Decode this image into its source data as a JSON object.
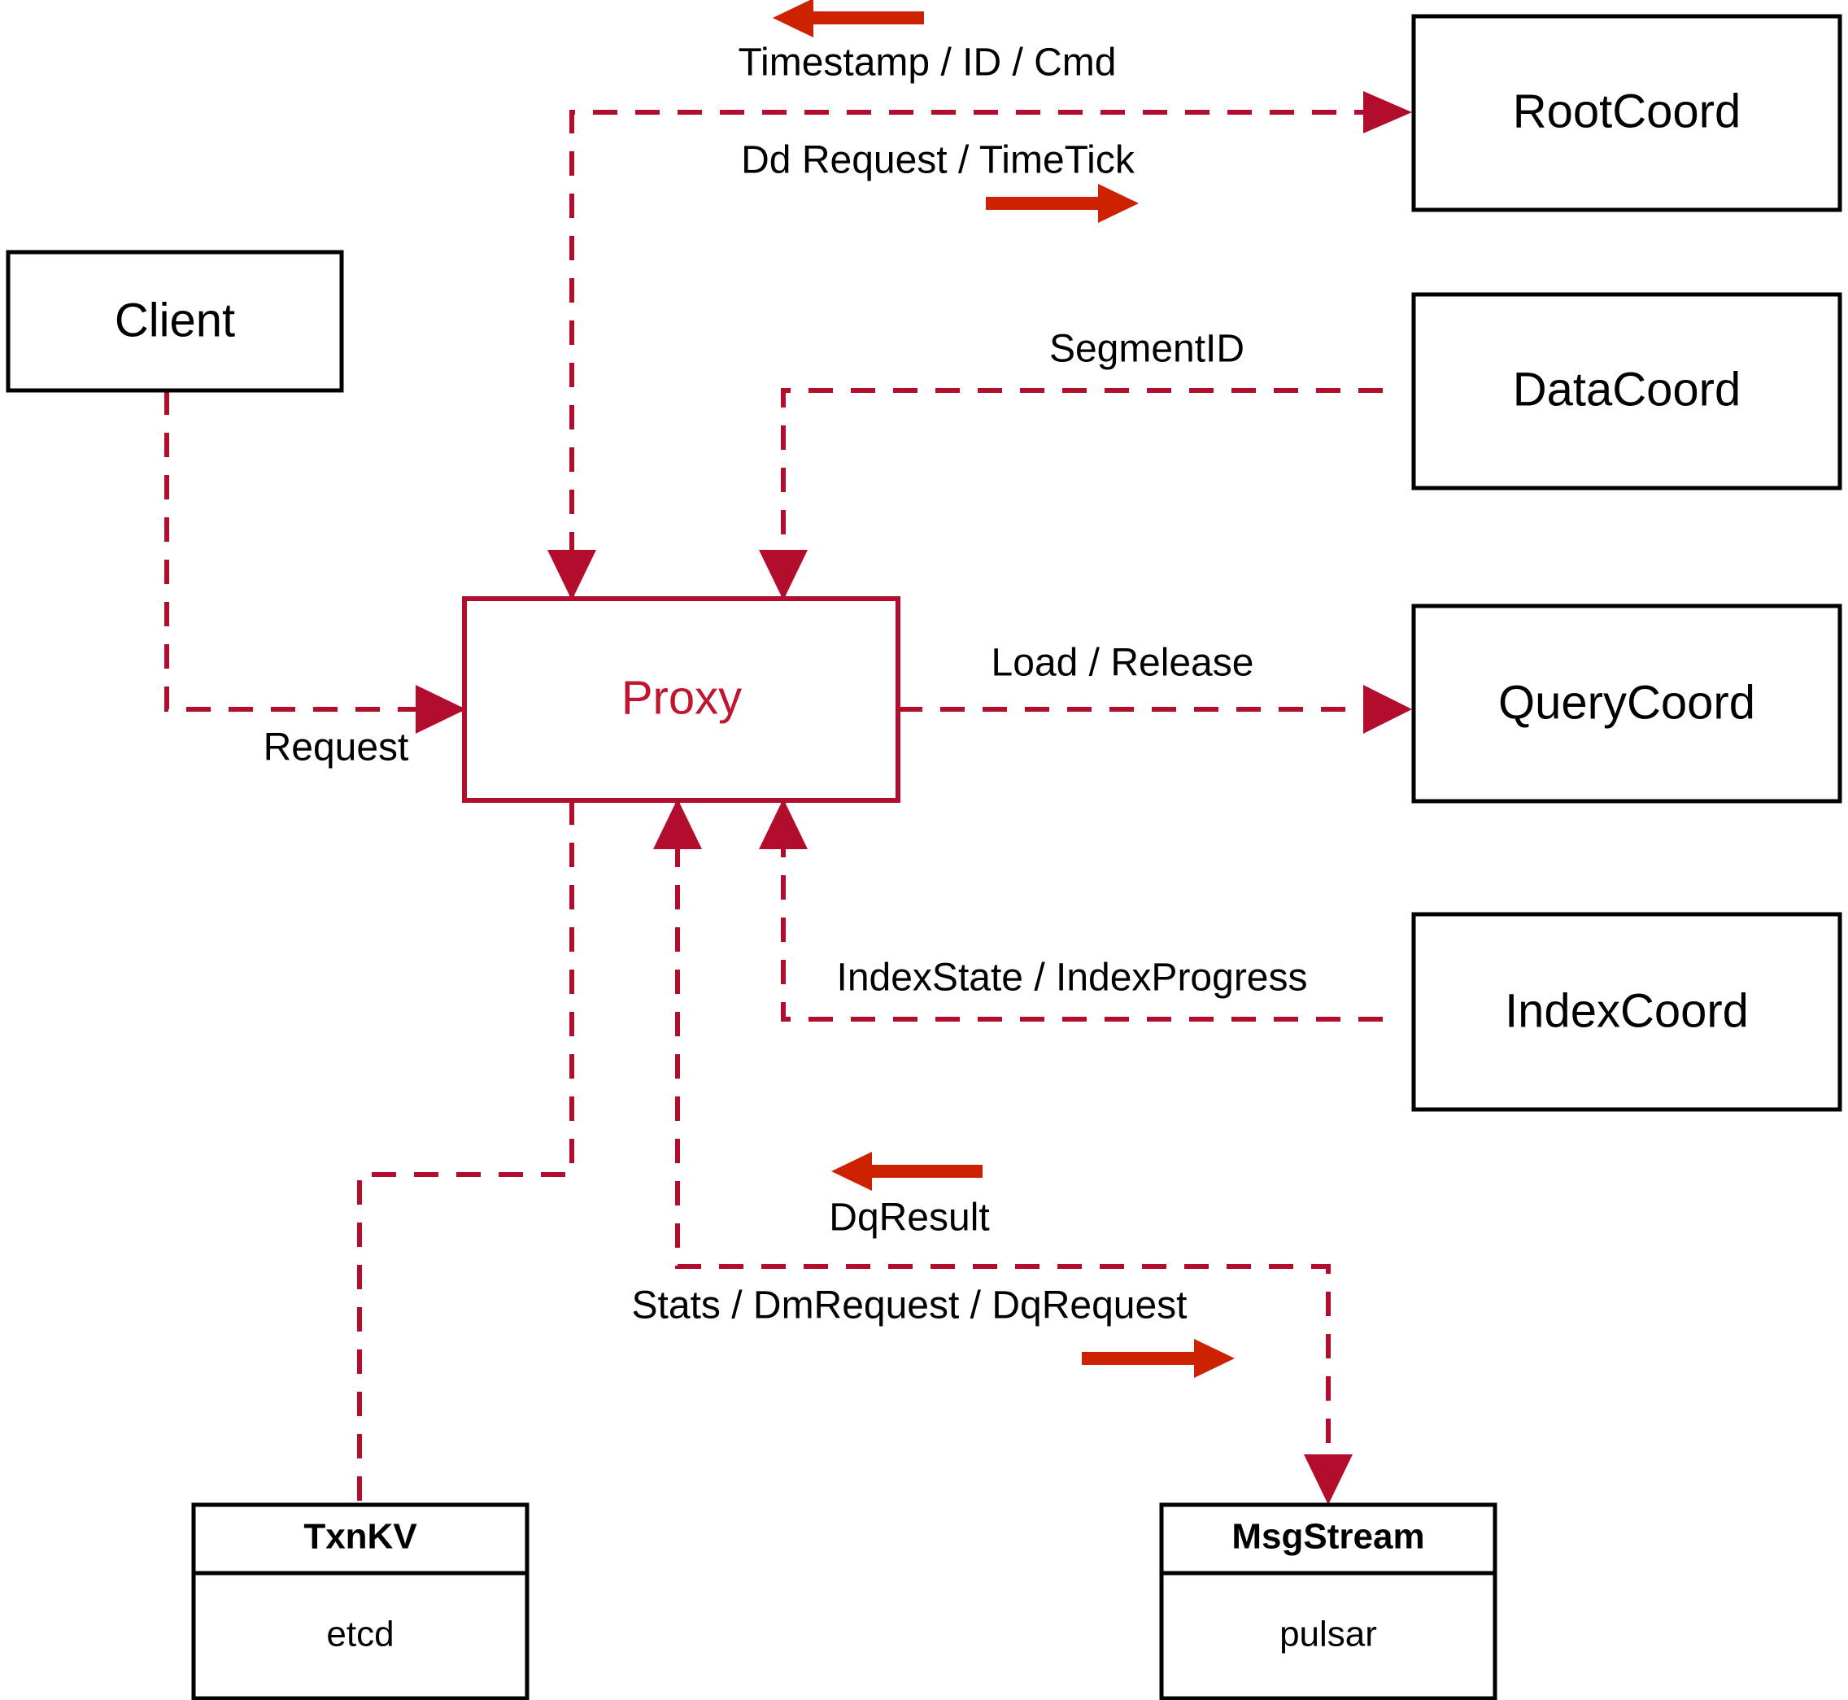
{
  "diagram": {
    "type": "architecture-flow",
    "title": "Proxy component interaction diagram",
    "colors": {
      "node_border": "#000000",
      "proxy_border": "#b30d2e",
      "proxy_text": "#c0152f",
      "dashed_edge": "#b30d2e",
      "direction_arrow": "#cc2200",
      "background": "#ffffff"
    },
    "nodes": {
      "client": {
        "label": "Client"
      },
      "proxy": {
        "label": "Proxy"
      },
      "root_coord": {
        "label": "RootCoord"
      },
      "data_coord": {
        "label": "DataCoord"
      },
      "query_coord": {
        "label": "QueryCoord"
      },
      "index_coord": {
        "label": "IndexCoord"
      },
      "txn_kv": {
        "header": "TxnKV",
        "body": "etcd"
      },
      "msg_stream": {
        "header": "MsgStream",
        "body": "pulsar"
      }
    },
    "edges": [
      {
        "id": "client-to-proxy",
        "label": "Request",
        "from": "Client",
        "to": "Proxy"
      },
      {
        "id": "rootcoord-to-proxy",
        "label": "Timestamp / ID / Cmd",
        "from": "RootCoord",
        "to": "Proxy",
        "direction_marker": "left"
      },
      {
        "id": "proxy-to-rootcoord",
        "label": "Dd Request / TimeTick",
        "from": "Proxy",
        "to": "RootCoord",
        "direction_marker": "right"
      },
      {
        "id": "datacoord-to-proxy",
        "label": "SegmentID",
        "from": "DataCoord",
        "to": "Proxy"
      },
      {
        "id": "proxy-to-querycoord",
        "label": "Load / Release",
        "from": "Proxy",
        "to": "QueryCoord"
      },
      {
        "id": "indexcoord-to-proxy",
        "label": "IndexState / IndexProgress",
        "from": "IndexCoord",
        "to": "Proxy"
      },
      {
        "id": "msgstream-to-proxy",
        "label": "DqResult",
        "from": "MsgStream",
        "to": "Proxy",
        "direction_marker": "left"
      },
      {
        "id": "proxy-to-msgstream",
        "label": "Stats / DmRequest / DqRequest",
        "from": "Proxy",
        "to": "MsgStream",
        "direction_marker": "right"
      },
      {
        "id": "proxy-to-txnkv",
        "label": "",
        "from": "Proxy",
        "to": "TxnKV"
      }
    ]
  }
}
